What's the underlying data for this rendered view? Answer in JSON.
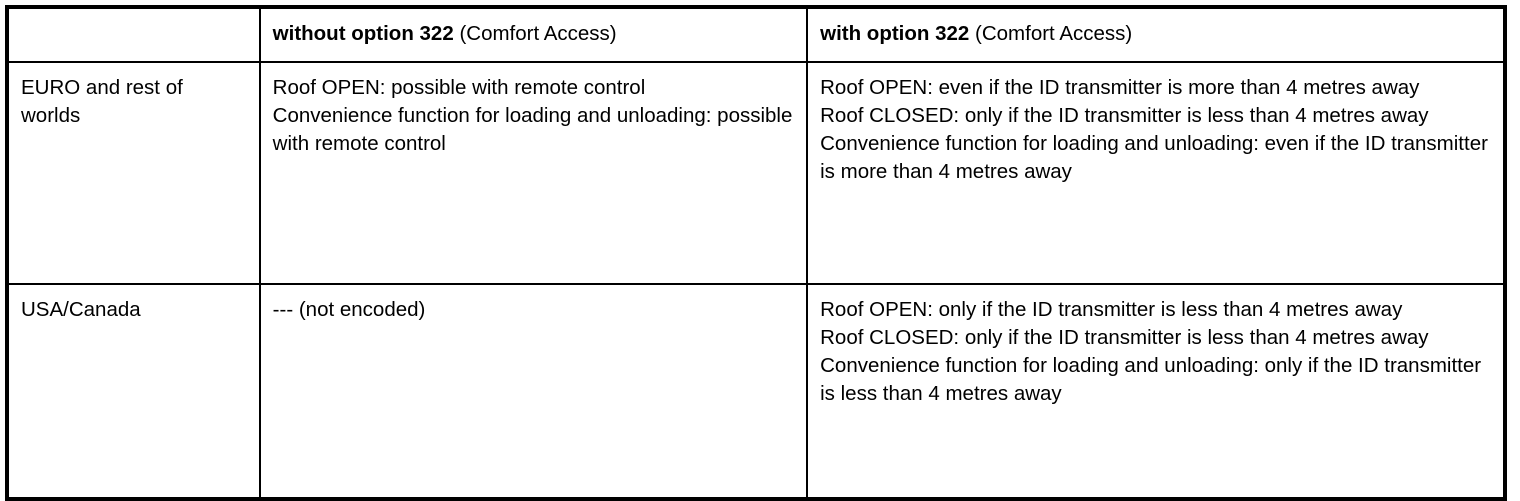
{
  "table": {
    "columns": [
      {
        "id": "region",
        "label": ""
      },
      {
        "id": "without",
        "label_bold": "without option 322",
        "label_rest": " (Comfort Access)"
      },
      {
        "id": "with",
        "label_bold": "with option 322",
        "label_rest": " (Comfort Access)"
      }
    ],
    "rows": [
      {
        "region": "EURO and rest of worlds",
        "without": [
          "Roof OPEN: possible with remote control",
          "Convenience function for loading and unloading: possible with remote control"
        ],
        "with": [
          "Roof OPEN: even if the ID transmitter is more than 4 metres away",
          "Roof CLOSED: only if the ID transmitter is less than 4 metres away",
          "Convenience function for loading and unloading: even if the ID transmitter is more than 4 metres away"
        ]
      },
      {
        "region": "USA/Canada",
        "without": [
          "--- (not encoded)"
        ],
        "with": [
          "Roof OPEN: only if the ID transmitter is less than 4 metres away",
          "Roof CLOSED: only if the ID transmitter is less than 4 metres away",
          "Convenience function for loading and unloading: only if the ID transmitter is less than 4 metres away"
        ]
      }
    ]
  },
  "colors": {
    "border": "#000000",
    "text": "#000000",
    "background": "#ffffff"
  }
}
